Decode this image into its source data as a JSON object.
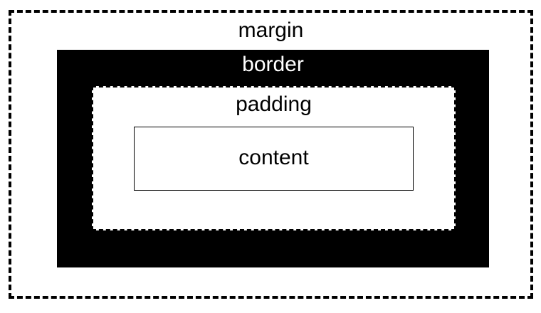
{
  "diagram": {
    "margin": {
      "label": "margin",
      "style": "dashed",
      "fill": "#ffffff",
      "text_color": "#000000"
    },
    "border": {
      "label": "border",
      "style": "solid",
      "fill": "#000000",
      "text_color": "#ffffff"
    },
    "padding": {
      "label": "padding",
      "style": "dashed",
      "fill": "#ffffff",
      "text_color": "#000000"
    },
    "content": {
      "label": "content",
      "style": "solid",
      "fill": "#ffffff",
      "text_color": "#000000"
    }
  }
}
